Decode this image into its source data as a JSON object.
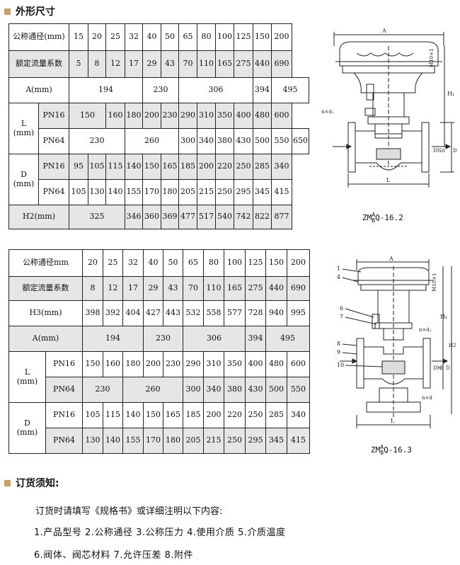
{
  "section1_title": "外形尺寸",
  "section2_title": "订货须知:",
  "accent_color": "#c8a060",
  "table1": {
    "dn_label": "公称通径(mm)",
    "dn": [
      "15",
      "20",
      "25",
      "32",
      "40",
      "50",
      "65",
      "80",
      "100",
      "125",
      "150",
      "200"
    ],
    "kv_label": "额定流量系数",
    "kv": [
      "5",
      "8",
      "12",
      "17",
      "29",
      "43",
      "70",
      "110",
      "165",
      "275",
      "440",
      "690"
    ],
    "a_label": "A(mm)",
    "a": [
      "194",
      "230",
      "306",
      "394",
      "495"
    ],
    "l_label": "L\n(mm)",
    "pn16": "PN16",
    "pn64": "PN64",
    "l_pn16": [
      "150",
      "160",
      "180",
      "200",
      "230",
      "290",
      "310",
      "350",
      "400",
      "480",
      "600"
    ],
    "l_pn64": [
      "230",
      "260",
      "300",
      "340",
      "380",
      "430",
      "500",
      "550",
      "650"
    ],
    "d_label": "D\n(mm)",
    "d_pn16": [
      "95",
      "105",
      "115",
      "140",
      "150",
      "165",
      "185",
      "200",
      "220",
      "250",
      "285",
      "340"
    ],
    "d_pn64": [
      "105",
      "130",
      "140",
      "155",
      "170",
      "180",
      "205",
      "215",
      "250",
      "295",
      "345",
      "415"
    ],
    "h2_label": "H2(mm)",
    "h2": [
      "325",
      "346",
      "360",
      "369",
      "477",
      "517",
      "540",
      "742",
      "822",
      "877"
    ]
  },
  "table2": {
    "dn_label": "公称通径mm",
    "dn": [
      "20",
      "25",
      "32",
      "40",
      "50",
      "65",
      "80",
      "100",
      "125",
      "150",
      "200"
    ],
    "kv_label": "额定流量系数",
    "kv": [
      "8",
      "12",
      "17",
      "29",
      "43",
      "70",
      "110",
      "165",
      "275",
      "440",
      "690"
    ],
    "h3_label": "H3(mm)",
    "h3": [
      "398",
      "392",
      "404",
      "427",
      "443",
      "532",
      "558",
      "577",
      "728",
      "940",
      "995"
    ],
    "a_label": "A(mm)",
    "a": [
      "194",
      "230",
      "306",
      "394",
      "495"
    ],
    "l_label": "L\n(mm)",
    "pn16": "PN16",
    "pn64": "PN64",
    "l_pn16": [
      "150",
      "160",
      "180",
      "200",
      "230",
      "290",
      "310",
      "350",
      "400",
      "480",
      "600"
    ],
    "l_pn64": [
      "230",
      "260",
      "300",
      "340",
      "380",
      "430",
      "500",
      "550",
      "650"
    ],
    "d_label": "D\n(mm)",
    "d_pn16": [
      "105",
      "115",
      "140",
      "150",
      "165",
      "185",
      "200",
      "220",
      "250",
      "285",
      "340"
    ],
    "d_pn64": [
      "130",
      "140",
      "155",
      "170",
      "180",
      "205",
      "215",
      "250",
      "295",
      "345",
      "415"
    ]
  },
  "diagram1": {
    "caption_prefix": "ZM",
    "caption_sup": "A",
    "caption_sub": "B",
    "caption_suffix": "Q-16.2",
    "labels": {
      "A": "A",
      "m10": "M10×1",
      "h1": "H₁",
      "nd": "n×d₁",
      "dn": "DN",
      "d": "d",
      "D": "D",
      "L": "L"
    }
  },
  "diagram2": {
    "caption_prefix": "ZM",
    "caption_sup": "A",
    "caption_sub": "B",
    "caption_suffix": "Q-16.3",
    "labels": {
      "A": "A",
      "m10": "M10×1",
      "h1": "H₁",
      "h2": "H2",
      "nd1": "n×d₁",
      "nd": "n×d",
      "dn": "DN",
      "d": "d",
      "D": "D",
      "L": "L",
      "n1": "1",
      "n4": "4",
      "n6": "6",
      "n7": "7",
      "n8": "8",
      "n9": "9",
      "n10": "10"
    }
  },
  "order": {
    "intro": "订货时请填写《规格书》或详细注明以下内容:",
    "line1": "1.产品型号  2.公称通径  3.公称压力  4.使用介质  5.介质温度",
    "line2": "6.阀体、阀芯材料  7.允许压差  8.附件"
  }
}
